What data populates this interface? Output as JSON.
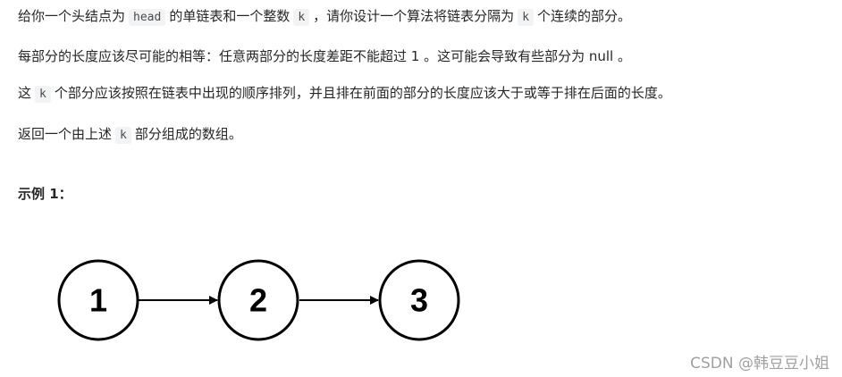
{
  "paragraphs": {
    "p1": {
      "t1": "给你一个头结点为",
      "c1": "head",
      "t2": "的单链表和一个整数",
      "c2": "k",
      "t3": "，请你设计一个算法将链表分隔为",
      "c3": "k",
      "t4": "个连续的部分。"
    },
    "p2": {
      "t1": "每部分的长度应该尽可能的相等：任意两部分的长度差距不能超过 1 。这可能会导致有些部分为 null 。"
    },
    "p3": {
      "t1": "这",
      "c1": "k",
      "t2": "个部分应该按照在链表中出现的顺序排列，并且排在前面的部分的长度应该大于或等于排在后面的长度。"
    },
    "p4": {
      "t1": "返回一个由上述",
      "c1": "k",
      "t2": "部分组成的数组。"
    }
  },
  "example": {
    "title": "示例 1："
  },
  "diagram": {
    "nodes": [
      "1",
      "2",
      "3"
    ]
  },
  "watermark": {
    "text": "CSDN @韩豆豆小姐"
  }
}
